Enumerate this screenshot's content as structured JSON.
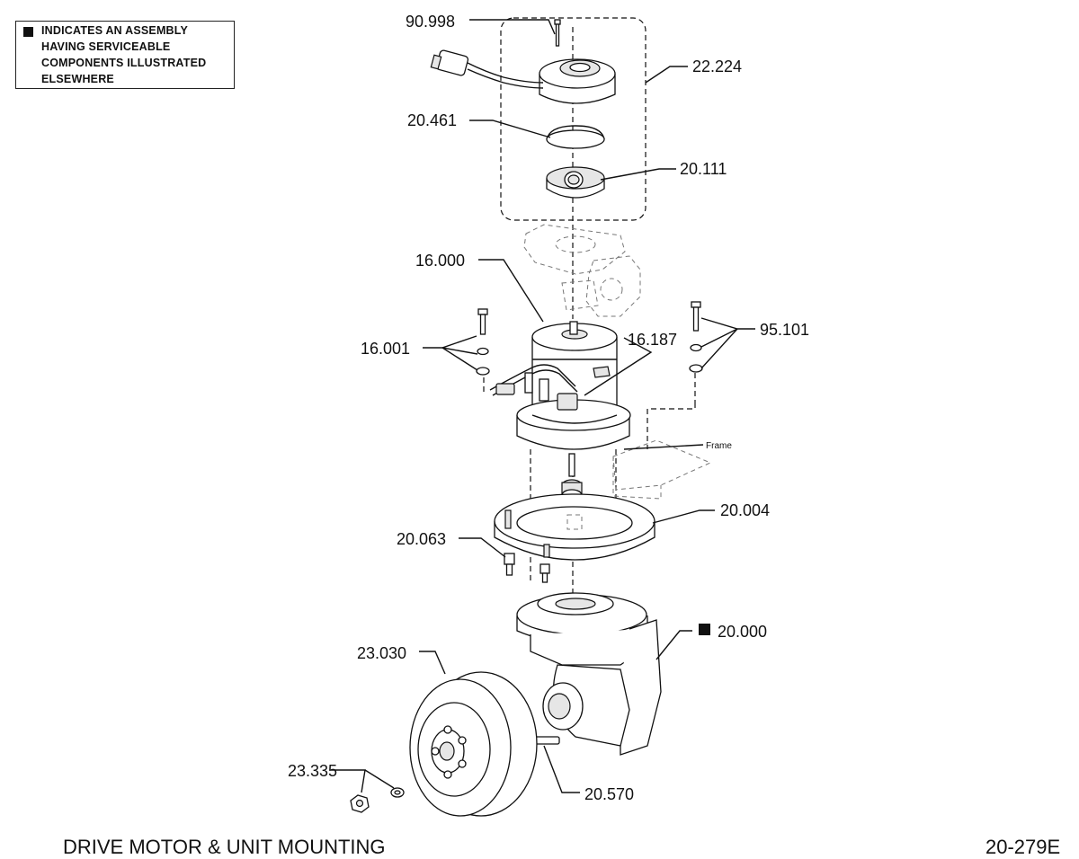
{
  "legend": {
    "lines": [
      "INDICATES AN ASSEMBLY",
      "HAVING SERVICEABLE",
      "COMPONENTS ILLUSTRATED",
      "ELSEWHERE"
    ]
  },
  "callouts": {
    "p90998": "90.998",
    "p22224": "22.224",
    "p20461": "20.461",
    "p20111": "20.111",
    "p16000": "16.000",
    "p16001": "16.001",
    "p16187": "16.187",
    "p95101": "95.101",
    "frame": "Frame",
    "p20004": "20.004",
    "p20063": "20.063",
    "p20000": "20.000",
    "p23030": "23.030",
    "p23335": "23.335",
    "p20570": "20.570"
  },
  "footer": {
    "title": "DRIVE MOTOR & UNIT MOUNTING",
    "drawing_number": "20-279E"
  },
  "colors": {
    "line": "#111111",
    "fill_shade": "#e6e6e6",
    "background": "#ffffff"
  }
}
